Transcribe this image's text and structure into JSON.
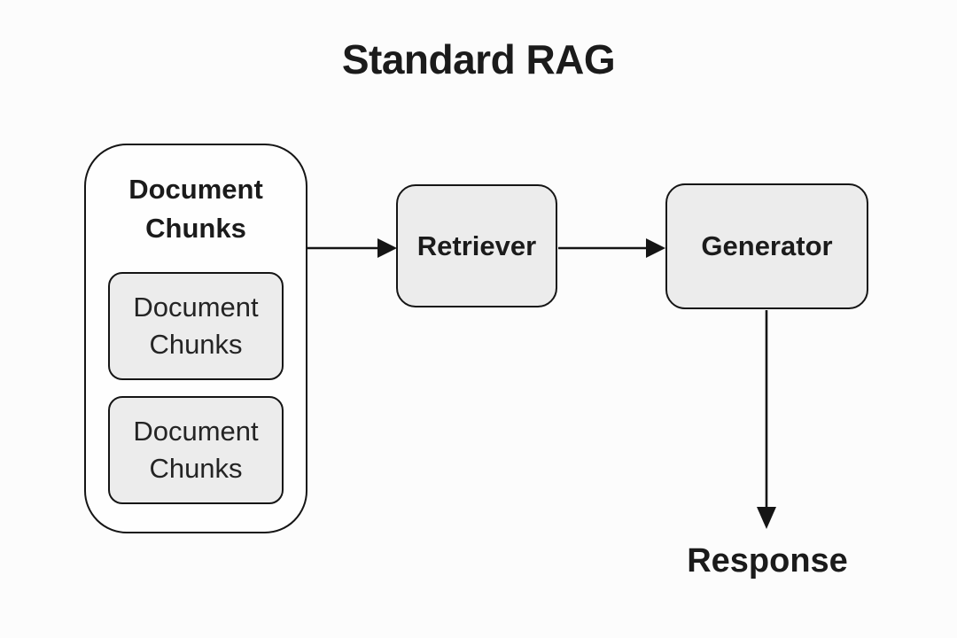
{
  "diagram": {
    "title": "Standard RAG",
    "container": {
      "label": "Document Chunks",
      "children": [
        "Document Chunks",
        "Document Chunks"
      ]
    },
    "nodes": [
      {
        "id": "retriever",
        "label": "Retriever"
      },
      {
        "id": "generator",
        "label": "Generator"
      }
    ],
    "edges": [
      {
        "from": "document-chunks",
        "to": "retriever"
      },
      {
        "from": "retriever",
        "to": "generator"
      },
      {
        "from": "generator",
        "to": "response"
      }
    ],
    "output_label": "Response",
    "colors": {
      "background": "#fcfcfc",
      "surface": "#fefefe",
      "node_fill": "#ececec",
      "border": "#151515",
      "text": "#1b1b1b",
      "muted_text": "#242424"
    }
  }
}
